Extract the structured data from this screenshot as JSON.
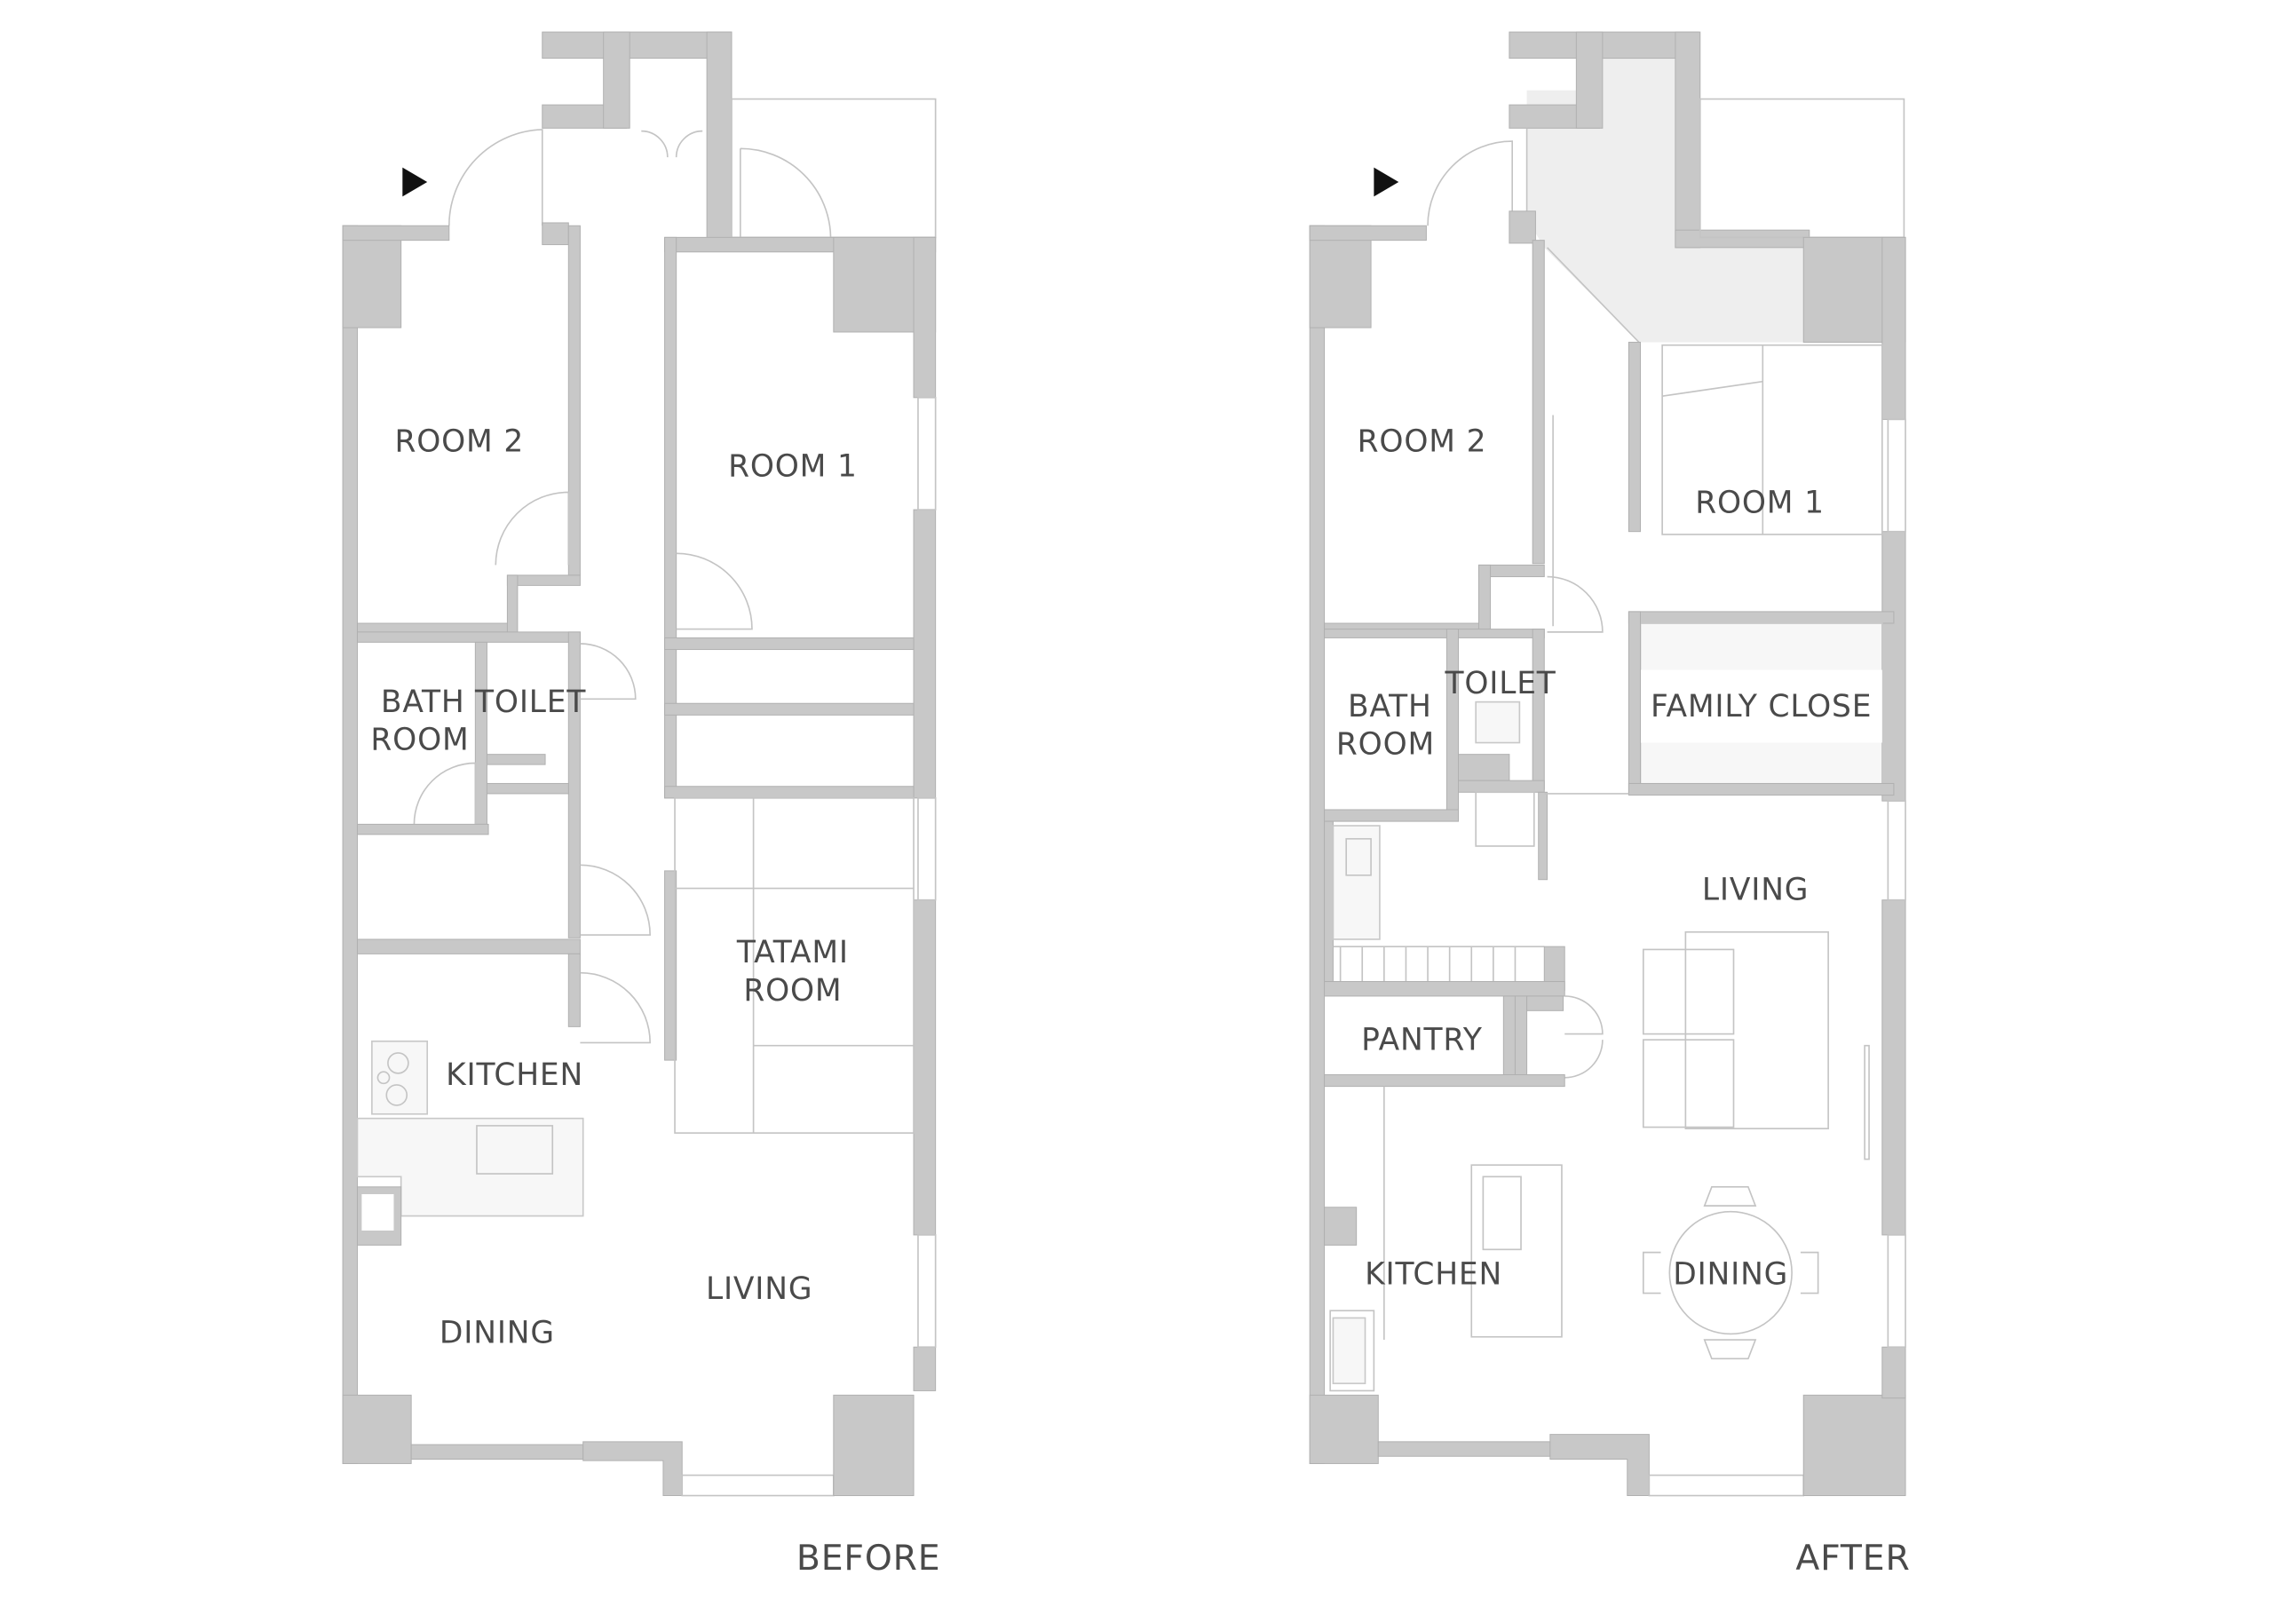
{
  "plans": {
    "before": {
      "caption": "BEFORE",
      "rooms": [
        "ROOM 2",
        "ROOM 1",
        "BATH",
        "ROOM",
        "TOILET",
        "TATAMI",
        "ROOM",
        "KITCHEN",
        "LIVING",
        "DINING"
      ]
    },
    "after": {
      "caption": "AFTER",
      "rooms": [
        "ROOM 2",
        "ROOM 1",
        "BATH",
        "ROOM",
        "TOILET",
        "FAMILY CLOSE",
        "LIVING",
        "PANTRY",
        "KITCHEN",
        "DINING"
      ]
    }
  },
  "colors": {
    "wall": "#c8c8c8",
    "text": "#4a4a4a",
    "entrance_arrow": "#111111"
  },
  "icons": [
    "entrance-arrow-icon"
  ]
}
